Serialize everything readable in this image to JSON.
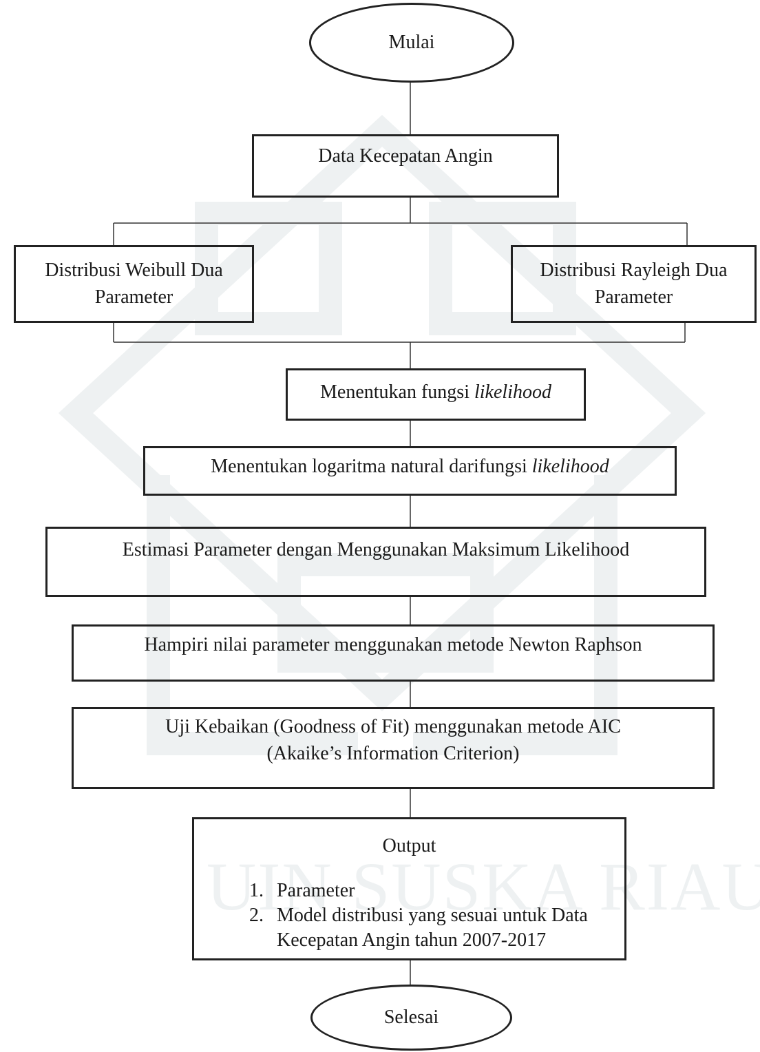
{
  "watermark": "UIN SUSKA RIAU",
  "nodes": {
    "start": "Mulai",
    "data": "Data Kecepatan Angin",
    "weibull": "Distribusi Weibull Dua\nParameter",
    "rayleigh": "Distribusi Rayleigh Dua\nParameter",
    "likelihood": {
      "prefix": "Menentukan fungsi ",
      "italic": "likelihood"
    },
    "log_likelihood": {
      "prefix": "Menentukan logaritma natural darifungsi ",
      "italic": "likelihood"
    },
    "estimation": "Estimasi Parameter dengan Menggunakan Maksimum Likelihood",
    "newton": "Hampiri nilai parameter menggunakan metode Newton Raphson",
    "aic": "Uji Kebaikan (Goodness of Fit) menggunakan metode AIC\n(Akaike’s Information Criterion)",
    "output": {
      "title": "Output",
      "items": [
        {
          "num": "1.",
          "text": "Parameter"
        },
        {
          "num": "2.",
          "text": "Model distribusi yang sesuai untuk Data\nKecepatan Angin tahun 2007-2017"
        }
      ]
    },
    "end": "Selesai"
  }
}
